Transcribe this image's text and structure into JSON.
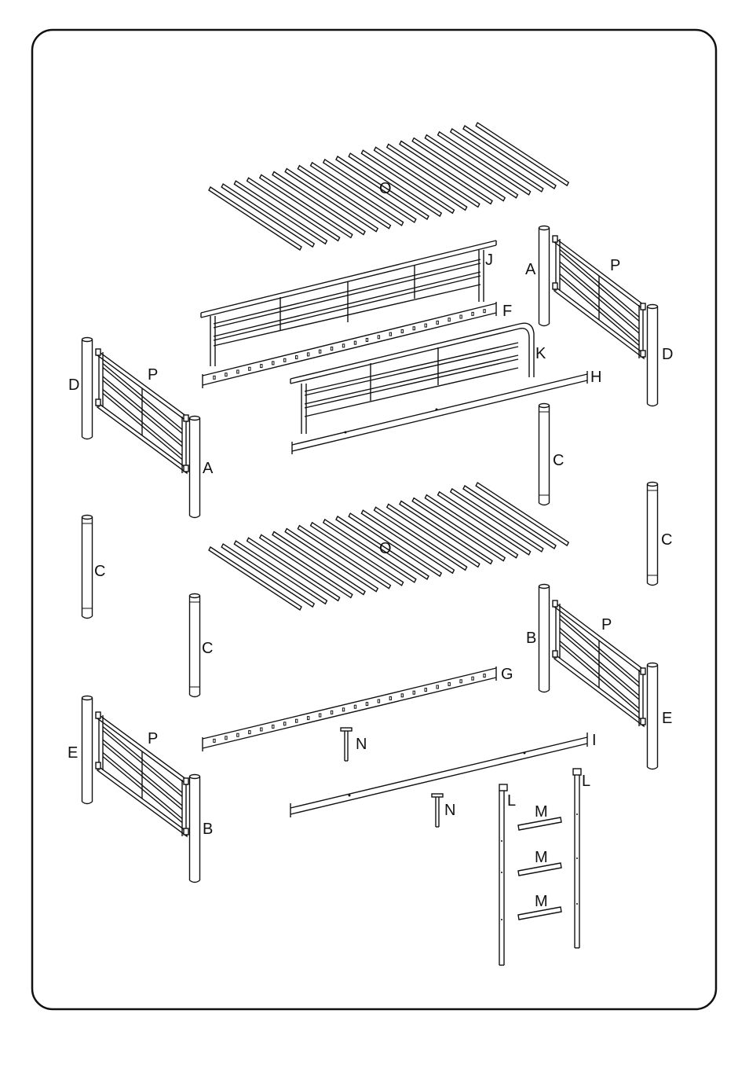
{
  "labels": {
    "o_top": "O",
    "o_bottom": "O",
    "j": "J",
    "f": "F",
    "k": "K",
    "h": "H",
    "a_top": "A",
    "a_left": "A",
    "p_top_right": "P",
    "p_top_left": "P",
    "p_bottom_right": "P",
    "p_bottom_left": "P",
    "d_left": "D",
    "d_right": "D",
    "c_mid": "C",
    "c_right": "C",
    "c_left": "C",
    "c_left2": "C",
    "b_right": "B",
    "b_left": "B",
    "e_right": "E",
    "e_left": "E",
    "g": "G",
    "i": "I",
    "n_1": "N",
    "n_2": "N",
    "l_1": "L",
    "l_2": "L",
    "m_1": "M",
    "m_2": "M",
    "m_3": "M"
  }
}
